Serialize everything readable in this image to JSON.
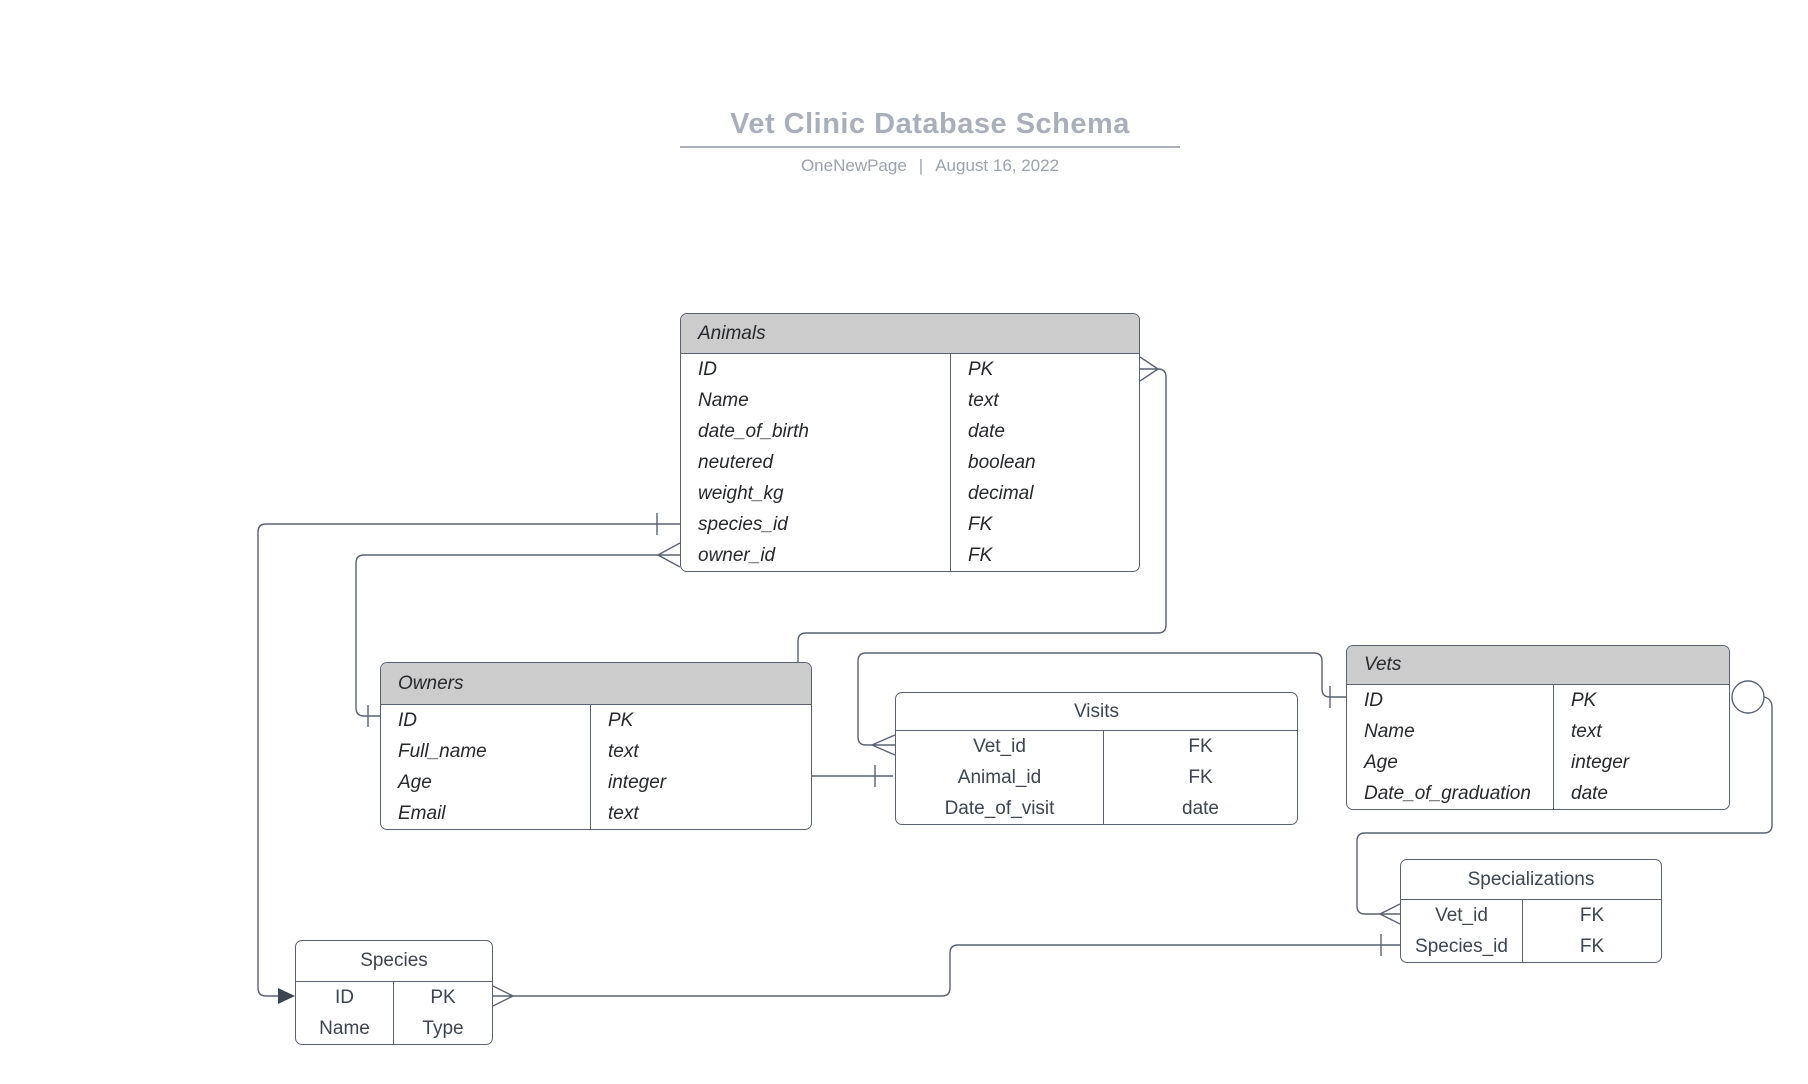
{
  "page": {
    "title": "Vet Clinic Database Schema",
    "source": "OneNewPage",
    "separator": "|",
    "date": "August 16, 2022"
  },
  "colors": {
    "table_border": "#596273",
    "gray_header_fill": "#cccccc",
    "title_gray": "#a9afba",
    "subtitle_gray": "#9ba2ae",
    "connector_line": "#596273"
  },
  "tables": {
    "animals": {
      "title": "Animals",
      "rows": [
        {
          "field": "ID",
          "type": "PK"
        },
        {
          "field": "Name",
          "type": "text"
        },
        {
          "field": "date_of_birth",
          "type": "date"
        },
        {
          "field": "neutered",
          "type": "boolean"
        },
        {
          "field": "weight_kg",
          "type": "decimal"
        },
        {
          "field": "species_id",
          "type": "FK"
        },
        {
          "field": "owner_id",
          "type": "FK"
        }
      ]
    },
    "owners": {
      "title": "Owners",
      "rows": [
        {
          "field": "ID",
          "type": "PK"
        },
        {
          "field": "Full_name",
          "type": "text"
        },
        {
          "field": "Age",
          "type": "integer"
        },
        {
          "field": "Email",
          "type": "text"
        }
      ]
    },
    "visits": {
      "title": "Visits",
      "rows": [
        {
          "field": "Vet_id",
          "type": "FK"
        },
        {
          "field": "Animal_id",
          "type": "FK"
        },
        {
          "field": "Date_of_visit",
          "type": "date"
        }
      ]
    },
    "vets": {
      "title": "Vets",
      "rows": [
        {
          "field": "ID",
          "type": "PK"
        },
        {
          "field": "Name",
          "type": "text"
        },
        {
          "field": "Age",
          "type": "integer"
        },
        {
          "field": "Date_of_graduation",
          "type": "date"
        }
      ]
    },
    "specializations": {
      "title": "Specializations",
      "rows": [
        {
          "field": "Vet_id",
          "type": "FK"
        },
        {
          "field": "Species_id",
          "type": "FK"
        }
      ]
    },
    "species": {
      "title": "Species",
      "rows": [
        {
          "field": "ID",
          "type": "PK"
        },
        {
          "field": "Name",
          "type": "Type"
        }
      ]
    }
  }
}
